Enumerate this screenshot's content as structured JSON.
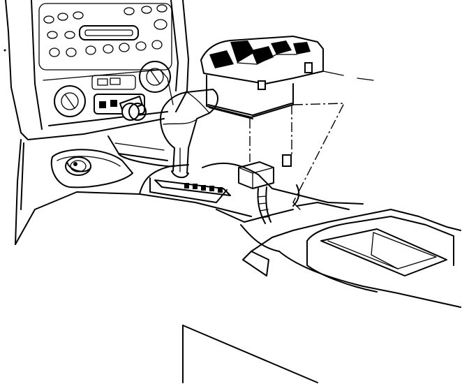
{
  "diagram": {
    "type": "technical-line-drawing",
    "colors": {
      "ink": "#000000",
      "paper": "#ffffff"
    },
    "parts": [
      "instrument-panel",
      "radio-head-unit",
      "climate-control",
      "ashtray-lighter",
      "gear-shift-lever",
      "shift-indicator",
      "center-console",
      "switch-assembly",
      "electrical-connector",
      "wiring-harness",
      "console-storage-bin"
    ]
  }
}
